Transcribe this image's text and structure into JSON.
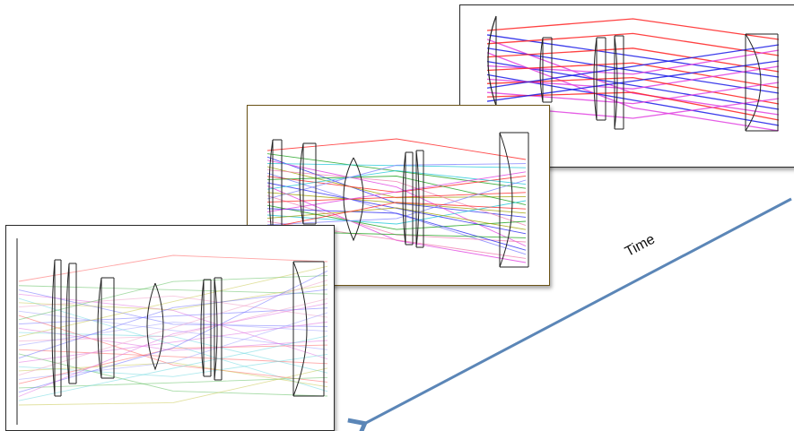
{
  "arrow": {
    "label": "Time",
    "color": "#5b86b7"
  },
  "panels": [
    {
      "id": "back",
      "desc": "lens-layout-early",
      "ray_colors": [
        "#ff2020",
        "#1a1ae8",
        "#e040e0"
      ]
    },
    {
      "id": "mid",
      "desc": "lens-layout-middle",
      "ray_colors": [
        "#ff2020",
        "#1aa01a",
        "#2a2af0",
        "#e040e0",
        "#20c8d8",
        "#a0a000",
        "#f080b0",
        "#8080ff"
      ]
    },
    {
      "id": "front",
      "desc": "lens-layout-latest",
      "ray_colors": [
        "#ff6060",
        "#60c060",
        "#7070ff",
        "#e070e0",
        "#70d8e0",
        "#c8c850",
        "#f0a0c8",
        "#a0a0ff"
      ]
    }
  ]
}
